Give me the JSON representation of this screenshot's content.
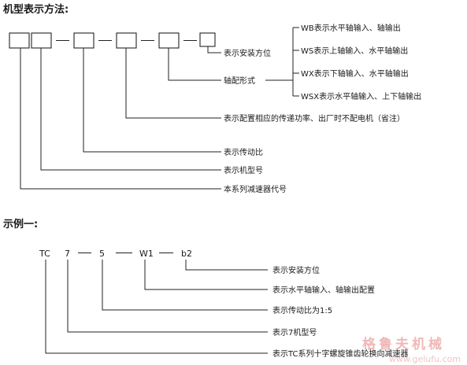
{
  "section1": {
    "title": "机型表示方法:",
    "labels": {
      "mounting": "表示安装方位",
      "shaft_arrangement": "轴配形式",
      "motor_power": "表示配置相应的传递功率、出厂时不配电机（省注）",
      "ratio": "表示传动比",
      "model": "表示机型号",
      "series": "本系列减速器代号"
    },
    "shaft_options": [
      "WB表示水平轴输入、轴输出",
      "WS表示上轴输入、水平轴输出",
      "WX表示下轴输入、水平轴输出",
      "WSX表示水平轴输入、上下轴输出"
    ]
  },
  "section2": {
    "title": "示例一:",
    "codes": [
      "TC",
      "7",
      "5",
      "W1",
      "b2"
    ],
    "labels": [
      "表示安装方位",
      "表示水平轴输入、轴输出配置",
      "表示传动比为1:5",
      "表示7机型号",
      "表示TC系列十字螺旋锥齿轮换向减速器"
    ]
  },
  "watermark": {
    "text": "格鲁夫机械",
    "url": "www.gelufu.com"
  }
}
